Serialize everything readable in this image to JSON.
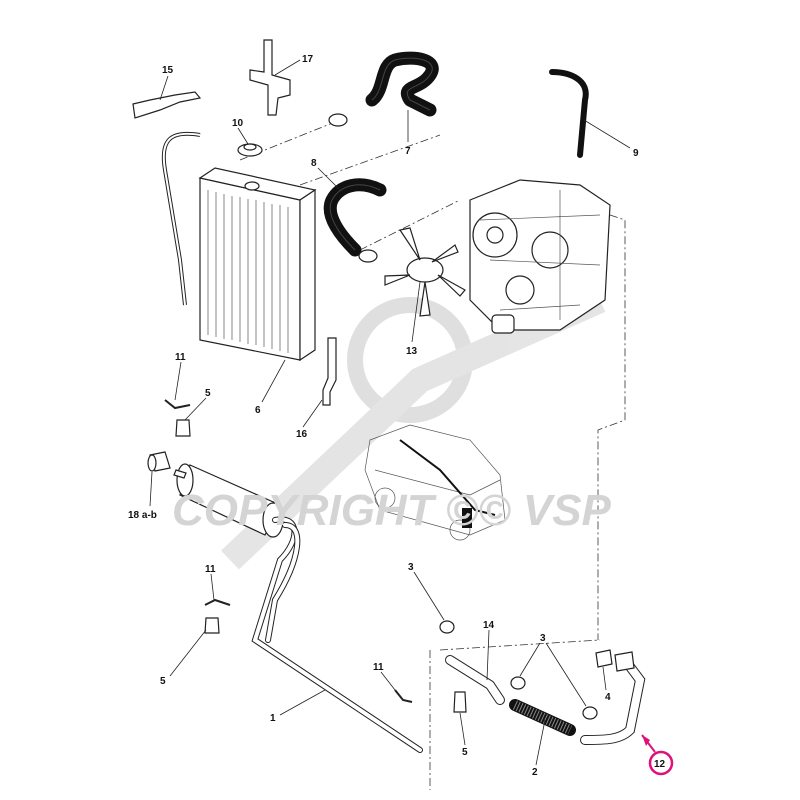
{
  "diagram": {
    "watermark_text": "COPYRIGHT ©© VSP",
    "highlight_color": "#e0107a",
    "callouts": [
      {
        "id": "c15",
        "text": "15"
      },
      {
        "id": "c17",
        "text": "17"
      },
      {
        "id": "c10",
        "text": "10"
      },
      {
        "id": "c7",
        "text": "7"
      },
      {
        "id": "c9",
        "text": "9"
      },
      {
        "id": "c8",
        "text": "8"
      },
      {
        "id": "c13",
        "text": "13"
      },
      {
        "id": "c11a",
        "text": "11"
      },
      {
        "id": "c5a",
        "text": "5"
      },
      {
        "id": "c6",
        "text": "6"
      },
      {
        "id": "c16",
        "text": "16"
      },
      {
        "id": "c18",
        "text": "18 a-b"
      },
      {
        "id": "c11b",
        "text": "11"
      },
      {
        "id": "c3a",
        "text": "3"
      },
      {
        "id": "c14",
        "text": "14"
      },
      {
        "id": "c3b",
        "text": "3"
      },
      {
        "id": "c5b",
        "text": "5"
      },
      {
        "id": "c11c",
        "text": "11"
      },
      {
        "id": "c4",
        "text": "4"
      },
      {
        "id": "c1",
        "text": "1"
      },
      {
        "id": "c5c",
        "text": "5"
      },
      {
        "id": "c2",
        "text": "2"
      },
      {
        "id": "c12",
        "text": "12"
      }
    ]
  }
}
